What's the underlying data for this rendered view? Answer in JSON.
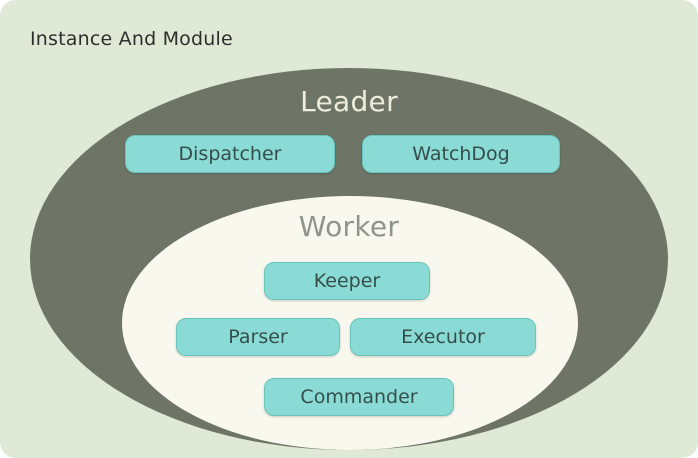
{
  "title": "Instance And Module",
  "colors": {
    "background": "#e0e9d6",
    "leader_ellipse": "#6e7567",
    "worker_ellipse": "#f8f8ee",
    "module_fill": "#8adbd5",
    "module_border": "#68c4be",
    "module_text": "#354e4b",
    "leader_label": "#eeeddb",
    "worker_label": "#8f958b",
    "title_text": "#2e2e2e"
  },
  "leader": {
    "label": "Leader",
    "modules": [
      {
        "label": "Dispatcher"
      },
      {
        "label": "WatchDog"
      }
    ]
  },
  "worker": {
    "label": "Worker",
    "modules": [
      {
        "label": "Keeper"
      },
      {
        "label": "Parser"
      },
      {
        "label": "Executor"
      },
      {
        "label": "Commander"
      }
    ]
  }
}
